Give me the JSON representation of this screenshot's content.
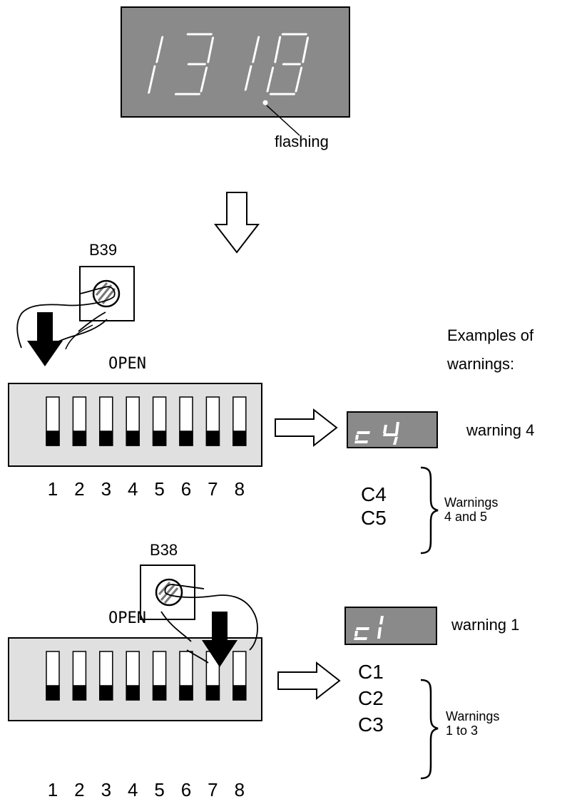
{
  "main_display": {
    "readout": "131.8",
    "note": "flashing"
  },
  "button_b39": {
    "label": "B39"
  },
  "button_b38": {
    "label": "B38"
  },
  "dip_switch_upper": {
    "label": "OPEN",
    "switch_numbers": [
      "1",
      "2",
      "3",
      "4",
      "5",
      "6",
      "7",
      "8"
    ]
  },
  "dip_switch_lower": {
    "label": "OPEN",
    "switch_numbers": [
      "1",
      "2",
      "3",
      "4",
      "5",
      "6",
      "7",
      "8"
    ]
  },
  "examples": {
    "heading_line1": "Examples of",
    "heading_line2": "warnings:"
  },
  "warning_display_upper": {
    "readout": "c 4",
    "caption": "warning 4",
    "codes": [
      "C4",
      "C5"
    ],
    "group_line1": "Warnings",
    "group_line2": "4 and 5"
  },
  "warning_display_lower": {
    "readout": "c1",
    "caption": "warning 1",
    "codes": [
      "C1",
      "C2",
      "C3"
    ],
    "group_line1": "Warnings",
    "group_line2": "1 to 3"
  },
  "colors": {
    "display_panel": "#8a8a8a",
    "segment": "#ffffff",
    "switch_body": "#e0e0e0",
    "ink": "#000000"
  }
}
